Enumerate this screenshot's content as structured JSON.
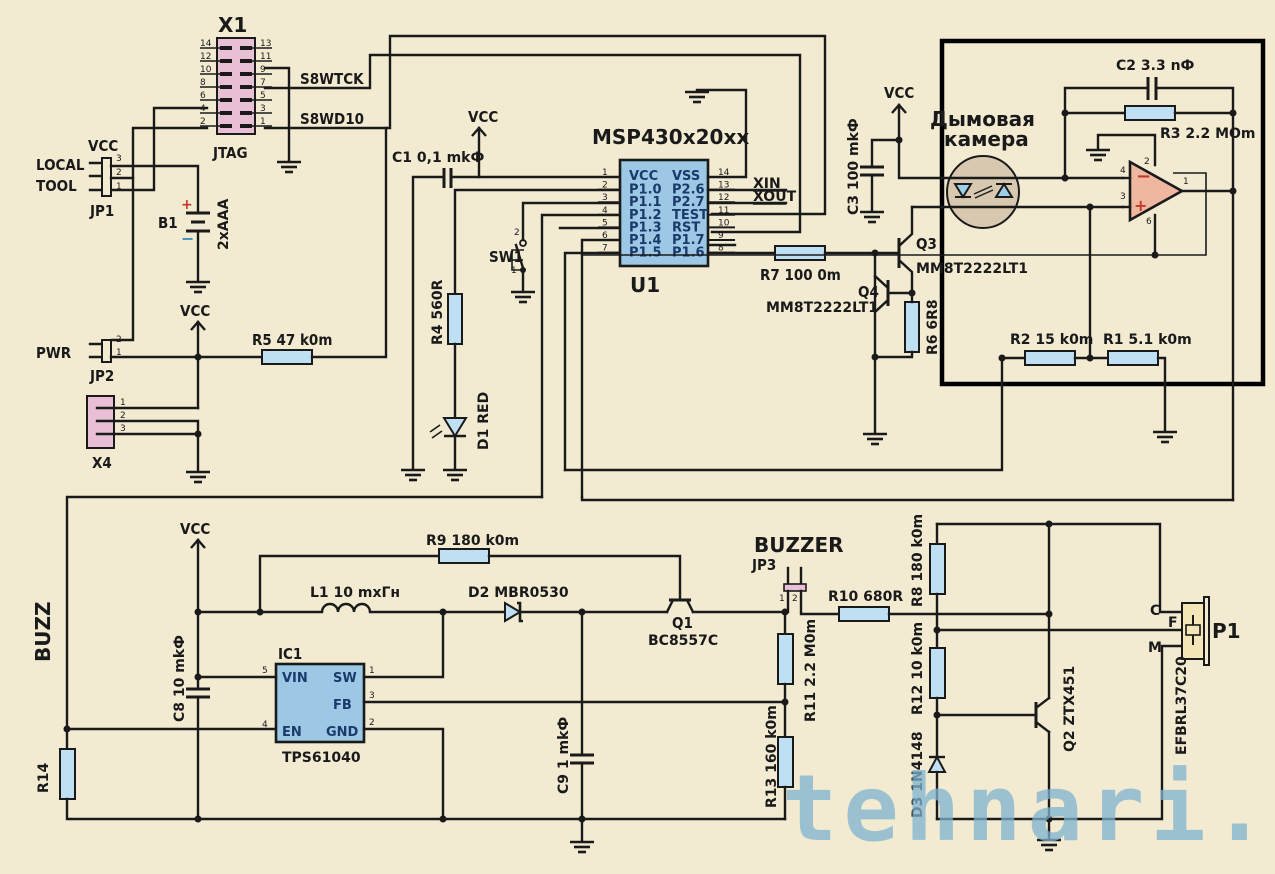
{
  "diagram": {
    "type": "schematic",
    "title": "MSP430 smoke detector circuit",
    "watermark": "tehnari.ru",
    "colors": {
      "background": "#f2ebd2",
      "wire": "#1a1a1a",
      "resistor": "#bfe0f2",
      "ic": "#9cc8e6",
      "connector": "#e9bfd5",
      "opamp": "#efb7a0",
      "smoke_chamber": "#d8c8b0",
      "highlight_box": "#000000"
    },
    "nets": {
      "vcc": "VCC",
      "s8wtck": "S8WTCK",
      "s8wd10": "S8WD10",
      "xin": "XIN",
      "xout": "XOUT",
      "buzz": "BUZZ"
    },
    "x1": {
      "ref": "X1",
      "name": "JTAG",
      "pins_left": [
        "14",
        "12",
        "10",
        "8",
        "6",
        "4",
        "2"
      ],
      "pins_right": [
        "13",
        "11",
        "9",
        "7",
        "5",
        "3",
        "1"
      ]
    },
    "jp1": {
      "ref": "JP1",
      "label_top": "VCC",
      "label_local": "LOCAL",
      "label_tool": "TOOL",
      "pins": [
        "3",
        "2",
        "1"
      ]
    },
    "b1": {
      "ref": "B1",
      "value": "2xAAA",
      "plus": "+",
      "minus": "−"
    },
    "jp2": {
      "ref": "JP2",
      "label": "PWR",
      "pins": [
        "2",
        "1"
      ]
    },
    "x4": {
      "ref": "X4",
      "pins": [
        "1",
        "2",
        "3"
      ]
    },
    "r5": {
      "label": "R5 47 k0m"
    },
    "c1": {
      "label": "C1 0,1 mkФ"
    },
    "r4": {
      "label": "R4 560R"
    },
    "d1": {
      "label": "D1 RED"
    },
    "sw1": {
      "label": "SW1",
      "pins": [
        "2",
        "1"
      ]
    },
    "u1": {
      "ref": "U1",
      "part": "MSP430x20xx",
      "left_pins": [
        {
          "num": "1",
          "name": "VCC"
        },
        {
          "num": "2",
          "name": "P1.0"
        },
        {
          "num": "3",
          "name": "P1.1"
        },
        {
          "num": "4",
          "name": "P1.2"
        },
        {
          "num": "5",
          "name": "P1.3"
        },
        {
          "num": "6",
          "name": "P1.4"
        },
        {
          "num": "7",
          "name": "P1.5"
        }
      ],
      "right_pins": [
        {
          "num": "14",
          "name": "VSS"
        },
        {
          "num": "13",
          "name": "P2.6"
        },
        {
          "num": "12",
          "name": "P2.7"
        },
        {
          "num": "11",
          "name": "TEST"
        },
        {
          "num": "10",
          "name": "RST"
        },
        {
          "num": "9",
          "name": "P1.7"
        },
        {
          "num": "8",
          "name": "P1.6"
        }
      ]
    },
    "r7": {
      "label": "R7 100 0m"
    },
    "q3": {
      "ref": "Q3",
      "part": "MM8T2222LT1"
    },
    "q4": {
      "ref": "Q4",
      "part": "MM8T2222LT1"
    },
    "r6": {
      "label": "R6 6R8"
    },
    "c3": {
      "label": "C3 100 mkФ"
    },
    "smoke": {
      "line1": "Дымовая",
      "line2": "камера"
    },
    "c2": {
      "label": "C2 3.3 nФ"
    },
    "r3": {
      "label": "R3 2.2 MOm"
    },
    "opamp": {
      "pins": {
        "inv": "4",
        "noninv": "3",
        "out": "1",
        "vplus": "2",
        "vminus": "6"
      },
      "minus_sign": "−",
      "plus_sign": "+"
    },
    "r2": {
      "label": "R2 15 k0m"
    },
    "r1": {
      "label": "R1 5.1 k0m"
    },
    "ic1": {
      "ref": "IC1",
      "part": "TPS61040",
      "pins": [
        {
          "num": "5",
          "name": "VIN"
        },
        {
          "num": "4",
          "name": "EN"
        },
        {
          "num": "1",
          "name": "SW"
        },
        {
          "num": "3",
          "name": "FB"
        },
        {
          "num": "2",
          "name": "GND"
        }
      ]
    },
    "r9": {
      "label": "R9 180 k0m"
    },
    "l1": {
      "label": "L1 10 mxГн"
    },
    "d2": {
      "label": "D2 MBR0530"
    },
    "q1": {
      "ref": "Q1",
      "part": "BC8557C"
    },
    "c8": {
      "label": "C8 10 mkФ"
    },
    "c9": {
      "label": "C9 1 mkФ"
    },
    "r14": {
      "label": "R14"
    },
    "buzzer": {
      "title": "BUZZER",
      "ref": "JP3",
      "pins": [
        "1",
        "2"
      ]
    },
    "r10": {
      "label": "R10 680R"
    },
    "r11": {
      "label": "R11 2.2 M0m"
    },
    "r13": {
      "label": "R13 160 k0m"
    },
    "r8": {
      "label": "R8 180 k0m"
    },
    "r12": {
      "label": "R12 10 k0m"
    },
    "d3": {
      "label": "D3 1N4148"
    },
    "q2": {
      "label": "Q2 ZTX451"
    },
    "p1": {
      "ref": "P1",
      "part": "EFBRL37C20",
      "pins": [
        "C",
        "F",
        "M"
      ]
    }
  }
}
